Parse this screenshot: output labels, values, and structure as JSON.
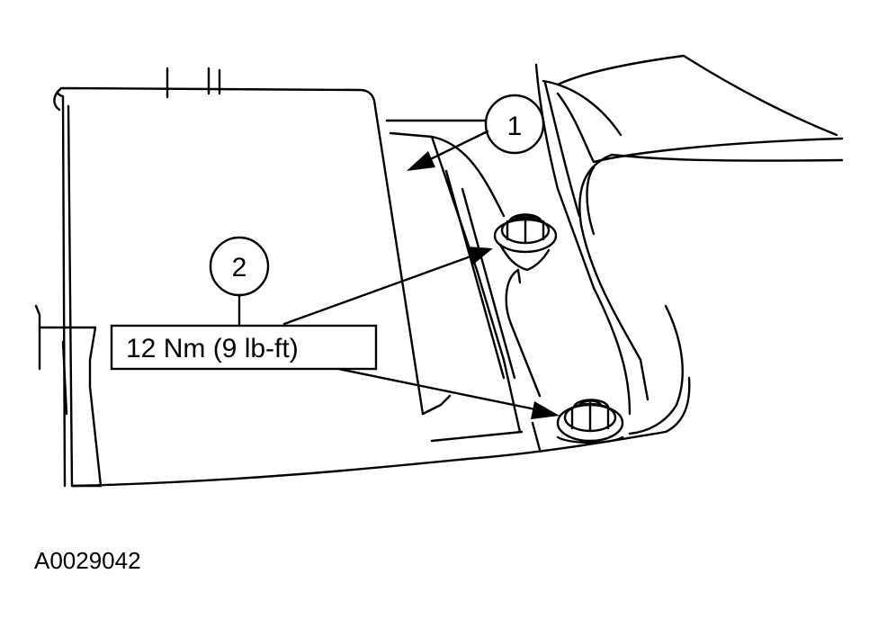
{
  "callouts": [
    {
      "number": "1"
    },
    {
      "number": "2"
    }
  ],
  "torque_spec": "12 Nm (9 lb-ft)",
  "figure_ref": "A0029042"
}
